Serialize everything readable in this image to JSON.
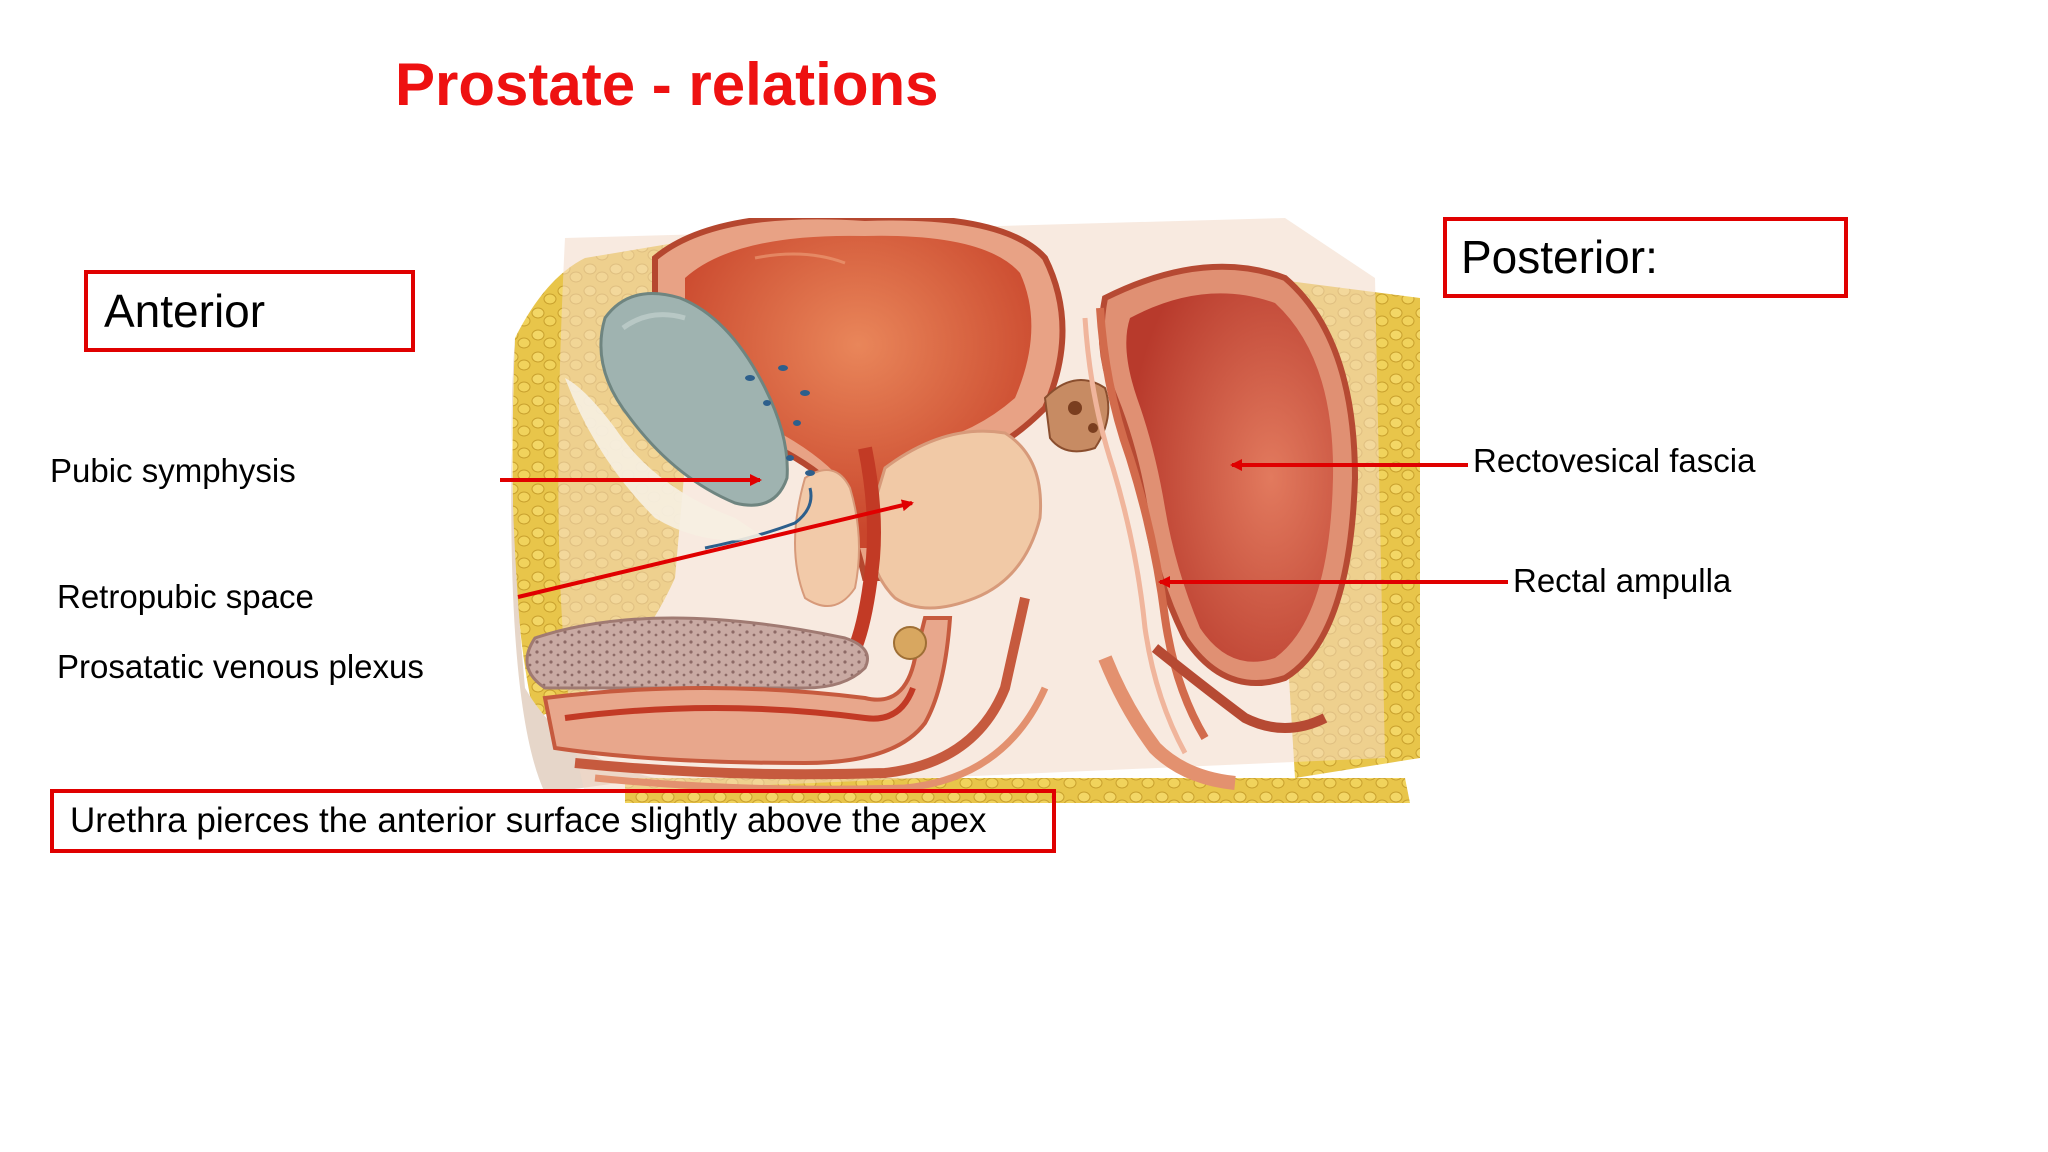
{
  "title": "Prostate - relations",
  "boxes": {
    "anterior": "Anterior",
    "posterior": "Posterior:",
    "note": "Urethra pierces the anterior surface slightly above the apex"
  },
  "labels": {
    "pubic_symphysis": "Pubic symphysis",
    "retropubic_space": "Retropubic space",
    "venous_plexus": "Prosatatic venous plexus",
    "rectovesical_fascia": "Rectovesical fascia",
    "rectal_ampulla": "Rectal ampulla"
  },
  "colors": {
    "accent_red": "#ee1111",
    "box_border": "#e00000"
  }
}
